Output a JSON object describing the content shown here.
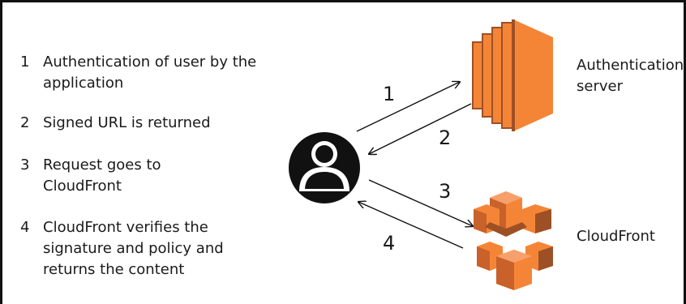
{
  "steps": [
    {
      "num": "1",
      "text": "Authentication of user by the application"
    },
    {
      "num": "2",
      "text": "Signed URL is returned"
    },
    {
      "num": "3",
      "text": "Request goes to CloudFront"
    },
    {
      "num": "4",
      "text": "CloudFront verifies the signature and policy and returns the content"
    }
  ],
  "nodes": {
    "auth_server": "Authentication server",
    "cloudfront": "CloudFront"
  },
  "arrows": [
    "1",
    "2",
    "3",
    "4"
  ],
  "colors": {
    "orange": "#f58536",
    "orange_dark": "#9d5025",
    "orange_mid": "#c8612a",
    "user": "#111111"
  },
  "icons": {
    "user": "user-icon",
    "auth_server": "ec2-server-icon",
    "cloudfront": "cloudfront-icon"
  }
}
